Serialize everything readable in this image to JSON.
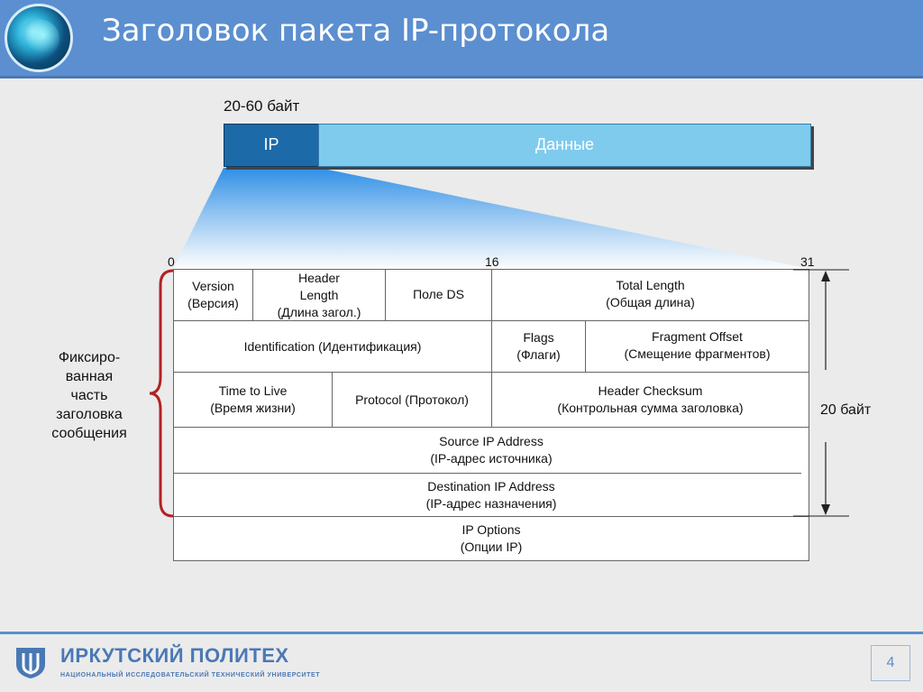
{
  "slide": {
    "title": "Заголовок пакета IP-протокола",
    "page_number": "4"
  },
  "packet": {
    "size_label": "20-60 байт",
    "ip_label": "IP",
    "data_label": "Данные"
  },
  "bits": {
    "start": "0",
    "middle": "16",
    "end": "31"
  },
  "header_fields": {
    "version": [
      "Version",
      "(Версия)"
    ],
    "header_length": [
      "Header",
      "Length",
      "(Длина загол.)"
    ],
    "ds": [
      "Поле DS"
    ],
    "total_length": [
      "Total Length",
      "(Общая длина)"
    ],
    "identification": [
      "Identification (Идентификация)"
    ],
    "flags": [
      "Flags",
      "(Флаги)"
    ],
    "fragment_offset": [
      "Fragment Offset",
      "(Смещение фрагментов)"
    ],
    "ttl": [
      "Time to Live",
      "(Время жизни)"
    ],
    "protocol": [
      "Protocol (Протокол)"
    ],
    "checksum": [
      "Header Checksum",
      "(Контрольная сумма заголовка)"
    ],
    "source": [
      "Source IP Address",
      "(IP-адрес источника)"
    ],
    "destination": [
      "Destination IP Address",
      "(IP-адрес назначения)"
    ],
    "options": [
      "IP  Options",
      "(Опции IP)"
    ]
  },
  "fixed_part_label": [
    "Фиксиро-",
    "ванная",
    "часть",
    "заголовка",
    "сообщения"
  ],
  "fixed_size_label": "20 байт",
  "footer": {
    "brand": "ИРКУТСКИЙ ПОЛИТЕХ",
    "subtitle": "НАЦИОНАЛЬНЫЙ ИССЛЕДОВАТЕЛЬСКИЙ ТЕХНИЧЕСКИЙ УНИВЕРСИТЕТ"
  },
  "colors": {
    "header_bar": "#5b8fd0",
    "ip_block": "#1d6aa8",
    "data_block": "#7fcbee",
    "brace": "#b22222"
  }
}
